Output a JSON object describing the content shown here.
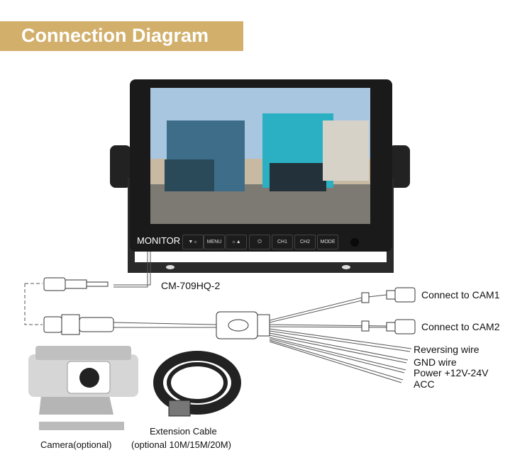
{
  "title": "Connection Diagram",
  "monitor": {
    "label": "MONITOR",
    "model": "CM-709HQ-2",
    "buttons": [
      "▼☼",
      "MENU",
      "☼▲",
      "⏻",
      "CH1",
      "CH2",
      "MODE"
    ]
  },
  "connections": {
    "cam1": "Connect to CAM1",
    "cam2": "Connect to CAM2",
    "reversing": "Reversing wire",
    "gnd": "GND wire",
    "power": "Power +12V-24V",
    "acc": "ACC"
  },
  "accessories": {
    "camera": "Camera(optional)",
    "cable_title": "Extension Cable",
    "cable_options": "(optional 10M/15M/20M)"
  },
  "colors": {
    "banner": "#d2b06c"
  }
}
